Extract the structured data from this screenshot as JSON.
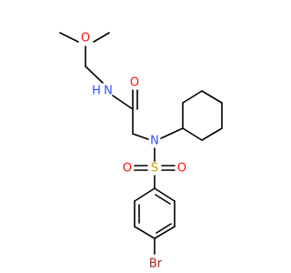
{
  "molecule": {
    "atoms": [
      {
        "id": "o_methoxy",
        "label": "O",
        "color": "#ff0d0d"
      },
      {
        "id": "n_amide",
        "label": "N",
        "color": "#3050f8"
      },
      {
        "id": "h_amide",
        "label": "H",
        "color": "#3050f8"
      },
      {
        "id": "o_carbonyl",
        "label": "O",
        "color": "#ff0d0d"
      },
      {
        "id": "n_sulfonamide",
        "label": "N",
        "color": "#3050f8"
      },
      {
        "id": "o_sulfonyl_left",
        "label": "O",
        "color": "#ff0d0d"
      },
      {
        "id": "s_sulfonyl",
        "label": "S",
        "color": "#c8a000"
      },
      {
        "id": "o_sulfonyl_right",
        "label": "O",
        "color": "#ff0d0d"
      },
      {
        "id": "br",
        "label": "Br",
        "color": "#a62929"
      }
    ],
    "bond_color": "#000000"
  }
}
